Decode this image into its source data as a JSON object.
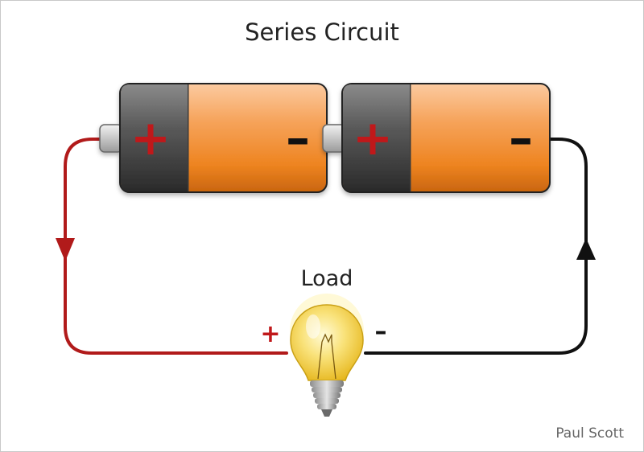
{
  "title": "Series Circuit",
  "load_label": "Load",
  "credit": "Paul Scott",
  "batteries": [
    {
      "positive_symbol": "+",
      "negative_symbol": "–"
    },
    {
      "positive_symbol": "+",
      "negative_symbol": "–"
    }
  ],
  "bulb": {
    "positive_symbol": "+",
    "negative_symbol": "–"
  },
  "colors": {
    "positive_wire": "#b11a1a",
    "negative_wire": "#111111",
    "battery_body": "#f0892a",
    "battery_cap": "#4a4a4a",
    "plus_sign": "#c0181a",
    "bulb_glass": "#f6d84a"
  }
}
